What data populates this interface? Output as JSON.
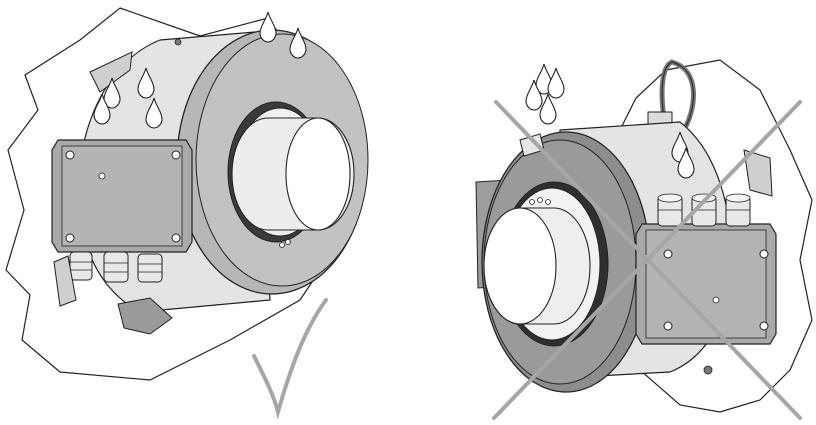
{
  "figure": {
    "panels": [
      {
        "id": "correct-mounting",
        "verdict": "correct",
        "mark": "check-mark-icon",
        "drop_count": 5
      },
      {
        "id": "incorrect-mounting",
        "verdict": "incorrect",
        "mark": "cross-mark-icon",
        "drop_count": 6
      }
    ]
  },
  "colors": {
    "outline": "#222222",
    "ring_dark": "#8c8c8c",
    "ring_side": "#b5b5b5",
    "housing_light": "#e6e6e6",
    "box": "#a9a9a9",
    "box_dark": "#8f8f8f",
    "mark": "#a6a6a6",
    "background": "#ffffff"
  }
}
